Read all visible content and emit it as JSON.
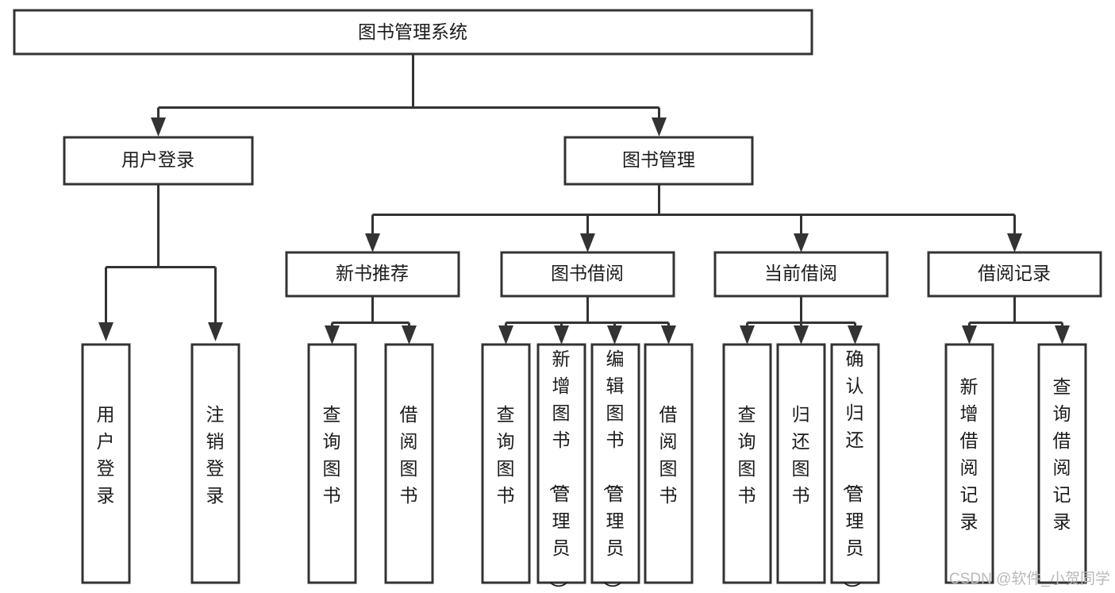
{
  "diagram": {
    "type": "tree-hierarchy-chart",
    "title": "图书管理系统",
    "orientation": "top-down",
    "colors": {
      "box_stroke": "#333333",
      "box_fill": "#ffffff",
      "connector": "#333333",
      "text": "#1b1b1b",
      "background": "#ffffff",
      "watermark": "#b9b9b9"
    },
    "root": {
      "id": "root",
      "label": "图书管理系统",
      "orientation": "horizontal"
    },
    "level2": [
      {
        "id": "user-login",
        "label": "用户登录",
        "orientation": "horizontal"
      },
      {
        "id": "book-manage",
        "label": "图书管理",
        "orientation": "horizontal"
      }
    ],
    "level3": [
      {
        "id": "new-book-recommend",
        "label": "新书推荐",
        "orientation": "horizontal",
        "parent": "book-manage"
      },
      {
        "id": "book-borrow",
        "label": "图书借阅",
        "orientation": "horizontal",
        "parent": "book-manage"
      },
      {
        "id": "current-borrow",
        "label": "当前借阅",
        "orientation": "horizontal",
        "parent": "book-manage"
      },
      {
        "id": "borrow-record",
        "label": "借阅记录",
        "orientation": "horizontal",
        "parent": "book-manage"
      }
    ],
    "leaves": {
      "user-login": [
        {
          "id": "leaf-user-login",
          "label": "用户登录",
          "orientation": "vertical"
        },
        {
          "id": "leaf-user-logout",
          "label": "注销登录",
          "orientation": "vertical"
        }
      ],
      "new-book-recommend": [
        {
          "id": "leaf-query-book-1",
          "label": "查询图书",
          "orientation": "vertical"
        },
        {
          "id": "leaf-borrow-book-1",
          "label": "借阅图书",
          "orientation": "vertical"
        }
      ],
      "book-borrow": [
        {
          "id": "leaf-query-book-2",
          "label": "查询图书",
          "orientation": "vertical"
        },
        {
          "id": "leaf-add-book",
          "label": "新增图书（管理员）",
          "orientation": "vertical"
        },
        {
          "id": "leaf-edit-book",
          "label": "编辑图书（管理员）",
          "orientation": "vertical"
        },
        {
          "id": "leaf-borrow-book-2",
          "label": "借阅图书",
          "orientation": "vertical"
        }
      ],
      "current-borrow": [
        {
          "id": "leaf-query-book-3",
          "label": "查询图书",
          "orientation": "vertical"
        },
        {
          "id": "leaf-return-book",
          "label": "归还图书",
          "orientation": "vertical"
        },
        {
          "id": "leaf-confirm-return",
          "label": "确认归还（管理员）",
          "orientation": "vertical"
        }
      ],
      "borrow-record": [
        {
          "id": "leaf-add-record",
          "label": "新增借阅记录",
          "orientation": "vertical"
        },
        {
          "id": "leaf-query-record",
          "label": "查询借阅记录",
          "orientation": "vertical"
        }
      ]
    }
  },
  "watermark": {
    "text": "CSDN @软件_小贺同学"
  }
}
